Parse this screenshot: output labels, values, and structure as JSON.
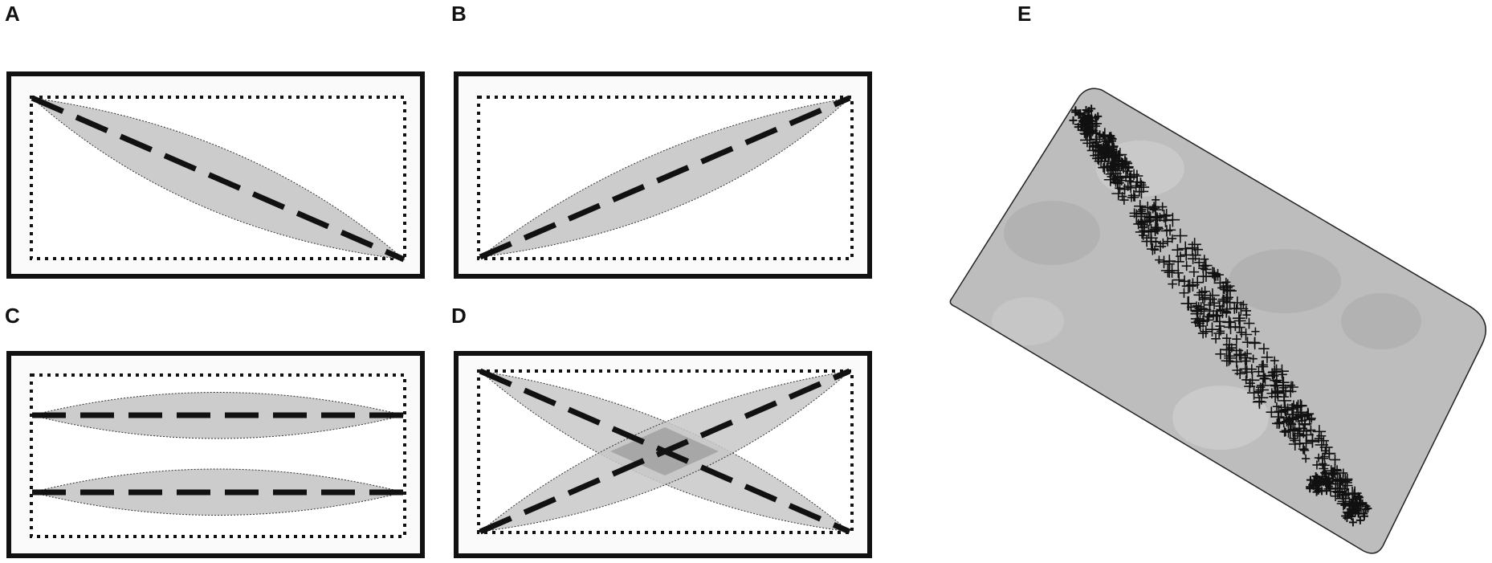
{
  "panels": [
    {
      "id": "A",
      "label": "A"
    },
    {
      "id": "B",
      "label": "B"
    },
    {
      "id": "C",
      "label": "C"
    },
    {
      "id": "D",
      "label": "D"
    },
    {
      "id": "E",
      "label": "E"
    }
  ],
  "colors": {
    "frame": "#111111",
    "shading": "#c8c8c8",
    "overlap": "#9a9a9a",
    "dashes": "#111111",
    "arena": "#b9b9b9",
    "track": "#111111"
  }
}
